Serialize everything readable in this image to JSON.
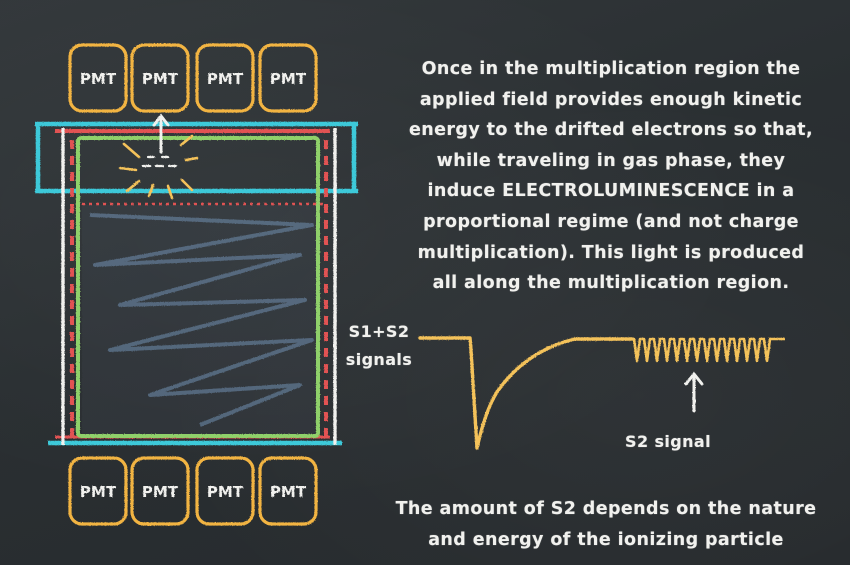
{
  "colors": {
    "board": "#2b3033",
    "chalk_white": "#f1f1ee",
    "pmt_orange": "#f2b443",
    "signal_yellow": "#f4c25a",
    "cyan": "#3cc9d9",
    "red": "#e15252",
    "green": "#8fd06a",
    "chalk_blue": "#6f8fb0"
  },
  "diagram": {
    "pmt_top": [
      "PMT",
      "PMT",
      "PMT",
      "PMT"
    ],
    "pmt_bottom": [
      "PMT",
      "PMT",
      "PMT",
      "PMT"
    ]
  },
  "text": {
    "main_lines": [
      "Once in the multiplication  region the",
      "applied field provides enough kinetic",
      "energy to the drifted electrons so that,",
      "while traveling in gas phase, they",
      "induce ELECTROLUMINESCENCE in a",
      "proportional regime (and not charge",
      "multiplication). This light is produced",
      "all along the multiplication region."
    ],
    "signals_label_lines": [
      "S1+S2",
      "signals"
    ],
    "s2_label": "S2 signal",
    "bottom_lines": [
      "The amount of S2 depends on the nature",
      "and energy of the ionizing particle"
    ]
  }
}
